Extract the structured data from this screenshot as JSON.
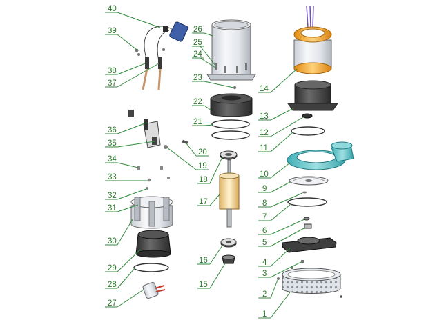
{
  "diagram": {
    "callouts": [
      {
        "id": "c1",
        "label": "1"
      },
      {
        "id": "c2",
        "label": "2"
      },
      {
        "id": "c3",
        "label": "3"
      },
      {
        "id": "c4",
        "label": "4"
      },
      {
        "id": "c5",
        "label": "5"
      },
      {
        "id": "c6",
        "label": "6"
      },
      {
        "id": "c7",
        "label": "7"
      },
      {
        "id": "c8",
        "label": "8"
      },
      {
        "id": "c9",
        "label": "9"
      },
      {
        "id": "c10",
        "label": "10"
      },
      {
        "id": "c11",
        "label": "11"
      },
      {
        "id": "c12",
        "label": "12"
      },
      {
        "id": "c13",
        "label": "13"
      },
      {
        "id": "c14",
        "label": "14"
      },
      {
        "id": "c15",
        "label": "15"
      },
      {
        "id": "c16",
        "label": "16"
      },
      {
        "id": "c17",
        "label": "17"
      },
      {
        "id": "c18",
        "label": "18"
      },
      {
        "id": "c19",
        "label": "19"
      },
      {
        "id": "c20",
        "label": "20"
      },
      {
        "id": "c21",
        "label": "21"
      },
      {
        "id": "c22",
        "label": "22"
      },
      {
        "id": "c23",
        "label": "23"
      },
      {
        "id": "c24",
        "label": "24"
      },
      {
        "id": "c25",
        "label": "25"
      },
      {
        "id": "c26",
        "label": "26"
      },
      {
        "id": "c27",
        "label": "27"
      },
      {
        "id": "c28",
        "label": "28"
      },
      {
        "id": "c29",
        "label": "29"
      },
      {
        "id": "c30",
        "label": "30"
      },
      {
        "id": "c31",
        "label": "31"
      },
      {
        "id": "c32",
        "label": "32"
      },
      {
        "id": "c33",
        "label": "33"
      },
      {
        "id": "c34",
        "label": "34"
      },
      {
        "id": "c35",
        "label": "35"
      },
      {
        "id": "c36",
        "label": "36"
      },
      {
        "id": "c37",
        "label": "37"
      },
      {
        "id": "c38",
        "label": "38"
      },
      {
        "id": "c39",
        "label": "39"
      },
      {
        "id": "c40",
        "label": "40"
      }
    ],
    "colors": {
      "label_text": "#2b7a2b",
      "leader_line": "#2f8a3a",
      "winding_copper": "#f5a623",
      "volute_teal": "#5fc4c8",
      "cable_tan": "#c8956a",
      "plug_blue": "#3f5fa8",
      "dark_metal": "#4a4a4a",
      "light_metal": "#e9ecf1"
    }
  }
}
